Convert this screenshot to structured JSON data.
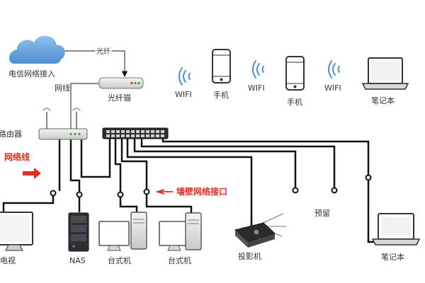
{
  "colors": {
    "accent_red": "#e0301e",
    "wifi_blue": "#4d8fd6",
    "cloud_blue": "#5c9fd8",
    "wire": "#111111"
  },
  "labels": {
    "telecom": "电信网络接入",
    "fiber": "光纤",
    "cable": "网线",
    "modem": "光纤猫",
    "router": "路由器",
    "network_cable": "网络线",
    "wall_port": "墙壁网络接口",
    "reserved": "预留",
    "wifi": "WIFI",
    "phone": "手机",
    "laptop": "笔记本",
    "tv": "电视",
    "nas": "NAS",
    "desktop": "台式机",
    "projector": "投影机"
  },
  "icons": [
    "cloud-icon",
    "modem-icon",
    "router-icon",
    "switch-icon",
    "wifi-icon",
    "phone-icon",
    "laptop-icon",
    "tv-icon",
    "nas-icon",
    "desktop-icon",
    "projector-icon",
    "arrow-right-icon",
    "arrow-left-icon"
  ]
}
